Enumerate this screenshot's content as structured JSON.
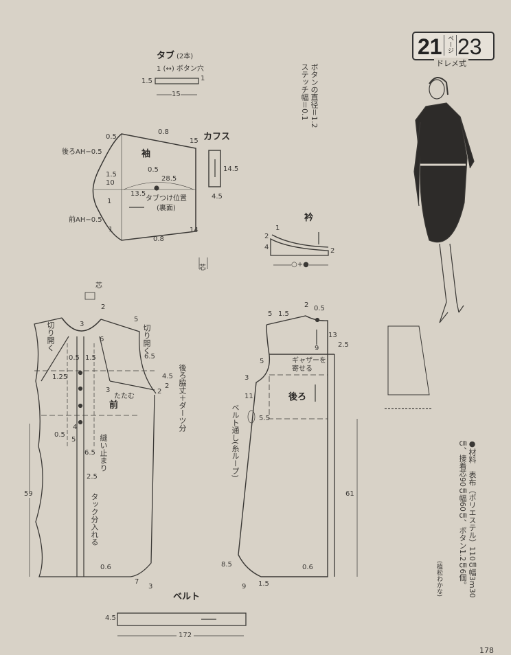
{
  "header": {
    "page_left": "21",
    "page_unit": "ページ",
    "page_right": "23",
    "system": "ドレメ式"
  },
  "tab": {
    "title": "タブ",
    "count": "(2本)",
    "buttonhole": "1 (↔) ボタン穴",
    "w": "1.5",
    "end": "1",
    "length": "15"
  },
  "note": {
    "button": "ボタンの直径＝1.2",
    "stitch": "ステッチ幅＝0.1"
  },
  "sleeve": {
    "title": "袖",
    "back_ah": "後ろAH−0.5",
    "front_ah": "前AH−0.5",
    "top_left": "0.5",
    "top_curve": "0.8",
    "top_right": "15",
    "cap1": "1.5",
    "cap2": "10",
    "tab_pos_off": "0.5",
    "slash": "28.5",
    "tab_len": "13.5",
    "tab_pos": "タブつけ位置",
    "tab_pos_side": "(裏面)",
    "low1": "1",
    "low2": "1",
    "bottom_right": "14",
    "bottom_curve": "0.8",
    "interfacing": "芯"
  },
  "cuff": {
    "title": "カフス",
    "length": "14.5",
    "width": "4.5"
  },
  "collar": {
    "title": "衿",
    "a": "2",
    "b": "1",
    "c": "4",
    "d": "2",
    "dim": "○+●"
  },
  "front": {
    "title": "前",
    "interfacing": "芯",
    "m_2": "2",
    "m_3": "3",
    "m_5": "5",
    "m_6": "6",
    "slash_left": "切り開く",
    "slash_right": "切り開く",
    "m_05": "0.5",
    "m_15": "1.5",
    "m_65": "6.5",
    "m_125": "1.25",
    "m_45": "4.5",
    "m_2a": "2",
    "m_2b": "2",
    "m_3b": "3",
    "fold": "たたむ",
    "side_note": "後ろ脇丈＋ダーツ分",
    "m_4": "4",
    "m_05b": "0.5",
    "m_5b": "5",
    "m_65b": "6.5",
    "stop": "縫い止まり",
    "m_25": "2.5",
    "tuck": "タック分入れる",
    "length": "59",
    "hem": "0.6",
    "hem_7": "7",
    "hem_3": "3"
  },
  "back": {
    "title": "後ろ",
    "m_5": "5",
    "m_15": "1.5",
    "m_2": "2",
    "m_05": "0.5",
    "m_13": "13",
    "m_9": "9",
    "m_25": "2.5",
    "gather": "ギャザーを",
    "gather2": "寄せる",
    "m_5b": "5",
    "m_3": "3",
    "m_11": "11",
    "m_55": "5.5",
    "loop": "ベルト通し(糸ループ)",
    "length": "61",
    "m_85": "8.5",
    "hem": "0.6",
    "hem_9": "9",
    "hem_15": "1.5"
  },
  "belt": {
    "title": "ベルト",
    "width": "4.5",
    "length": "172"
  },
  "materials": {
    "text": "●材料　表布（ポリエステル）110㎝幅3m30㎝、接着芯90㎝幅60㎝、ボタン1.2㎝6個。",
    "credit": "(植松わかな)"
  },
  "page_number": "178"
}
